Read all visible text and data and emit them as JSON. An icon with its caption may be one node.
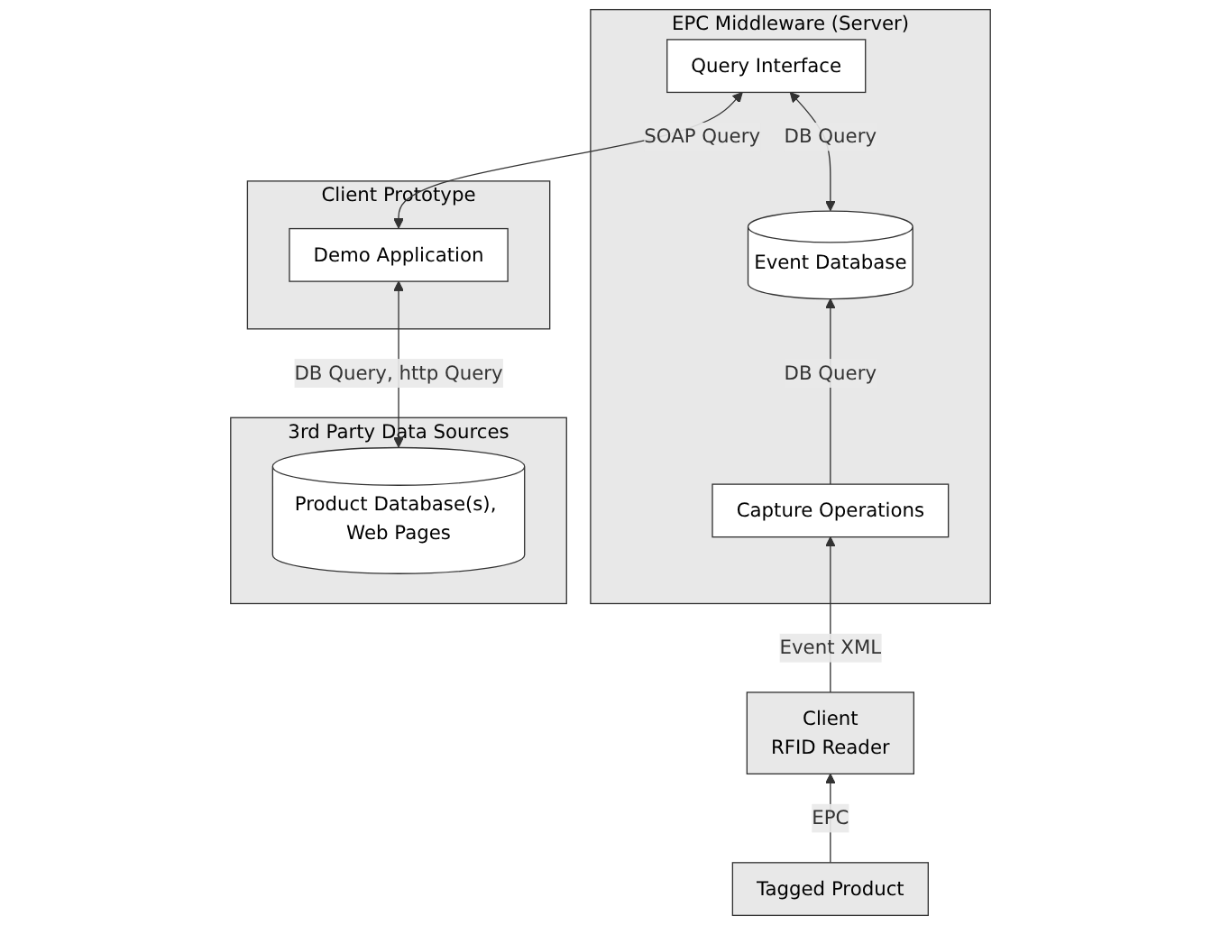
{
  "diagram": {
    "nodes": [
      {
        "text": [
          "3rd Party Data Sources"
        ]
      },
      {
        "text": [
          "Product Database(s), Web Pages"
        ],
        "in": 0
      },
      {
        "text": [
          "Client Prototype"
        ]
      },
      {
        "text": [
          "Demo Application"
        ],
        "in": 2
      },
      {
        "text": [
          "EPC Middleware (Server)"
        ]
      },
      {
        "text": [
          "Capture Operations"
        ],
        "in": 4
      },
      {
        "text": [
          "Event Database"
        ],
        "in": 4
      },
      {
        "text": [
          "Query Interface"
        ],
        "in": 4
      },
      {
        "text": [
          "Client",
          "RFID Reader"
        ]
      },
      {
        "text": [
          "Tagged Product"
        ]
      }
    ],
    "edges": [
      {
        "from": 1,
        "to": 3,
        "arrow": "both",
        "label": "DB Query, http Query"
      },
      {
        "from": 3,
        "to": 7,
        "arrow": "both",
        "label": "SOAP Query"
      },
      {
        "from": 5,
        "to": 6,
        "arrow": "to",
        "label": "DB Query"
      },
      {
        "from": 6,
        "to": 7,
        "arrow": "both",
        "label": "DB Query"
      },
      {
        "from": 8,
        "to": 5,
        "arrow": "to",
        "label": "Event XML"
      },
      {
        "from": 9,
        "to": 8,
        "arrow": "to",
        "label": "EPC"
      }
    ]
  }
}
